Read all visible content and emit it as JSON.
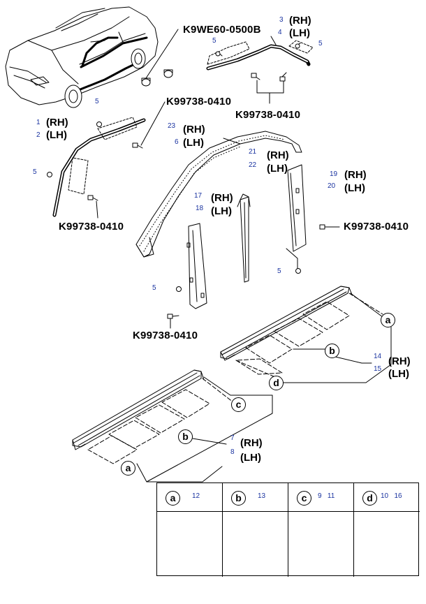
{
  "part_numbers": {
    "top_center": "K9WE60-0500B",
    "top_right": "K99738-0410",
    "upper_left": "K99738-0410",
    "left_mid": "K99738-0410",
    "right_mid": "K99738-0410",
    "bottom_center": "K99738-0410"
  },
  "refs": {
    "r3": "3",
    "r4": "4",
    "r5a": "5",
    "r5b": "5",
    "r5c": "5",
    "r5d": "5",
    "r5e": "5",
    "r5f": "5",
    "r1": "1",
    "r2": "2",
    "r23": "23",
    "r6": "6",
    "r21": "21",
    "r22": "22",
    "r19": "19",
    "r20": "20",
    "r17": "17",
    "r18": "18",
    "r14": "14",
    "r15": "15",
    "r7": "7",
    "r8": "8"
  },
  "sides": {
    "rh": "(RH)",
    "lh": "(LH)"
  },
  "callouts": {
    "a": "a",
    "b": "b",
    "c": "c",
    "d": "d"
  },
  "legend": [
    {
      "letter": "a",
      "refs": "12"
    },
    {
      "letter": "b",
      "refs": "13"
    },
    {
      "letter": "c",
      "refs": "9   11"
    },
    {
      "letter": "d",
      "refs": "10   16"
    }
  ]
}
